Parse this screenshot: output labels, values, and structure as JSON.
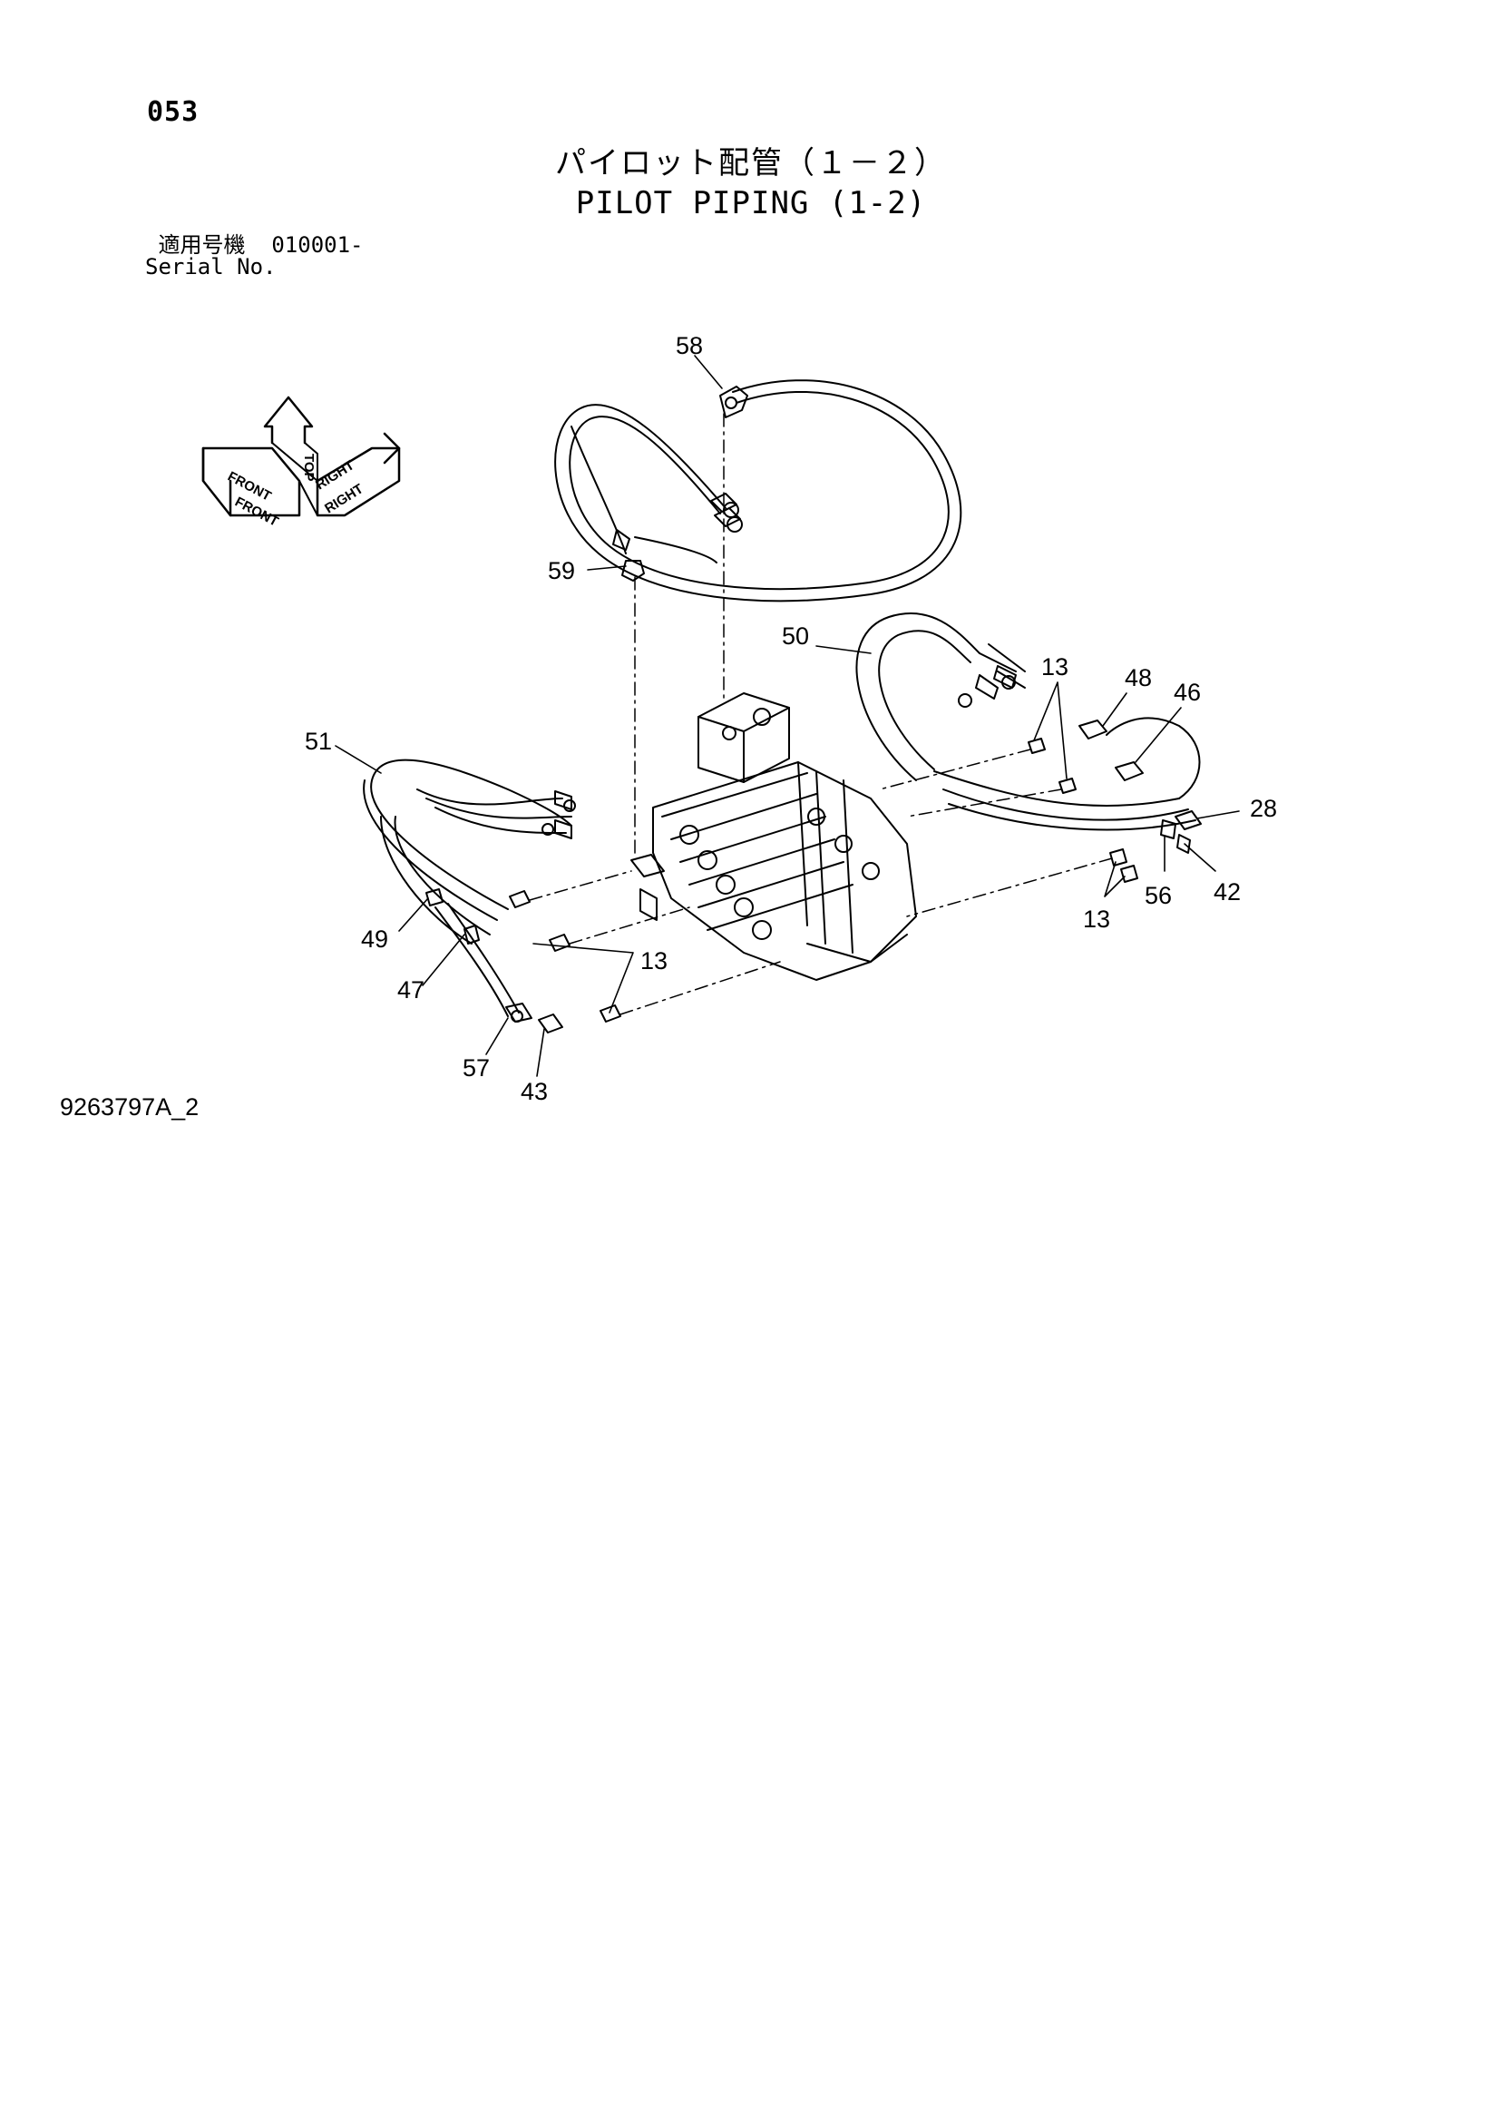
{
  "page": {
    "number": "053",
    "title_jp": "パイロット配管（１－２）",
    "title_en": "PILOT PIPING (1-2)",
    "serial_label_jp": "適用号機",
    "serial_value": "010001-",
    "serial_label_en": "Serial No.",
    "drawing_code": "9263797A_2"
  },
  "orientation_marker": {
    "labels": [
      "FRONT",
      "FRONT",
      "TOP",
      "RIGHT",
      "RIGHT"
    ]
  },
  "callouts": [
    "58",
    "59",
    "50",
    "13",
    "48",
    "46",
    "51",
    "28",
    "56",
    "42",
    "13",
    "49",
    "13",
    "47",
    "57",
    "43"
  ],
  "colors": {
    "ink": "#000000",
    "paper": "#ffffff"
  }
}
